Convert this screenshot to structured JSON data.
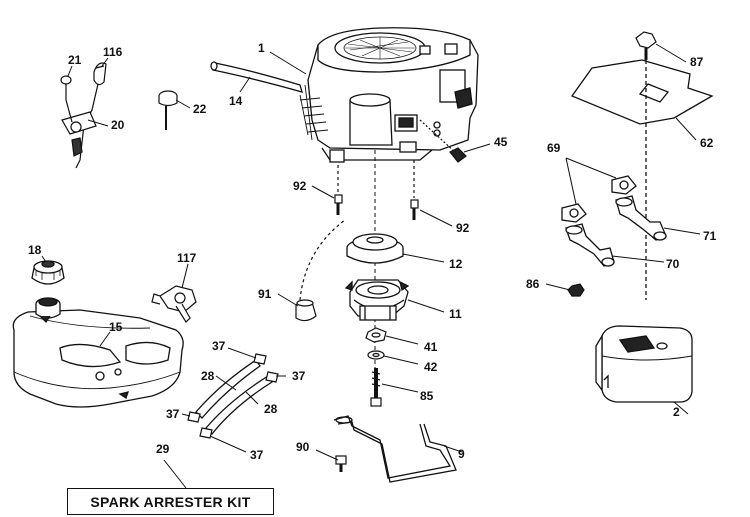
{
  "kit_label": "SPARK ARRESTER KIT",
  "callouts": {
    "engine": "1",
    "muffler": "2",
    "cable_rod": "9",
    "pto_clutch": "11",
    "pulley": "12",
    "hose": "14",
    "fuel_tank": "15",
    "fuel_cap": "18",
    "throttle_control": "20",
    "knob": "21",
    "choke_knob": "22",
    "fuel_line_right": "28",
    "fuel_line_left": "28",
    "kit_ref": "29",
    "clamp_tl": "37",
    "clamp_tr": "37",
    "clamp_bl": "37",
    "clamp_br": "37",
    "washer_41": "41",
    "washer_42": "42",
    "bolt_45": "45",
    "heat_shield": "62",
    "gasket": "69",
    "exhaust_pipe_70": "70",
    "exhaust_pipe_71": "71",
    "bolt_85": "85",
    "nut_86": "86",
    "bolt_87": "87",
    "bolt_90": "90",
    "bushing_91": "91",
    "bolt_92_left": "92",
    "bolt_92_right": "92",
    "handle_116": "116",
    "fuel_valve": "117"
  }
}
